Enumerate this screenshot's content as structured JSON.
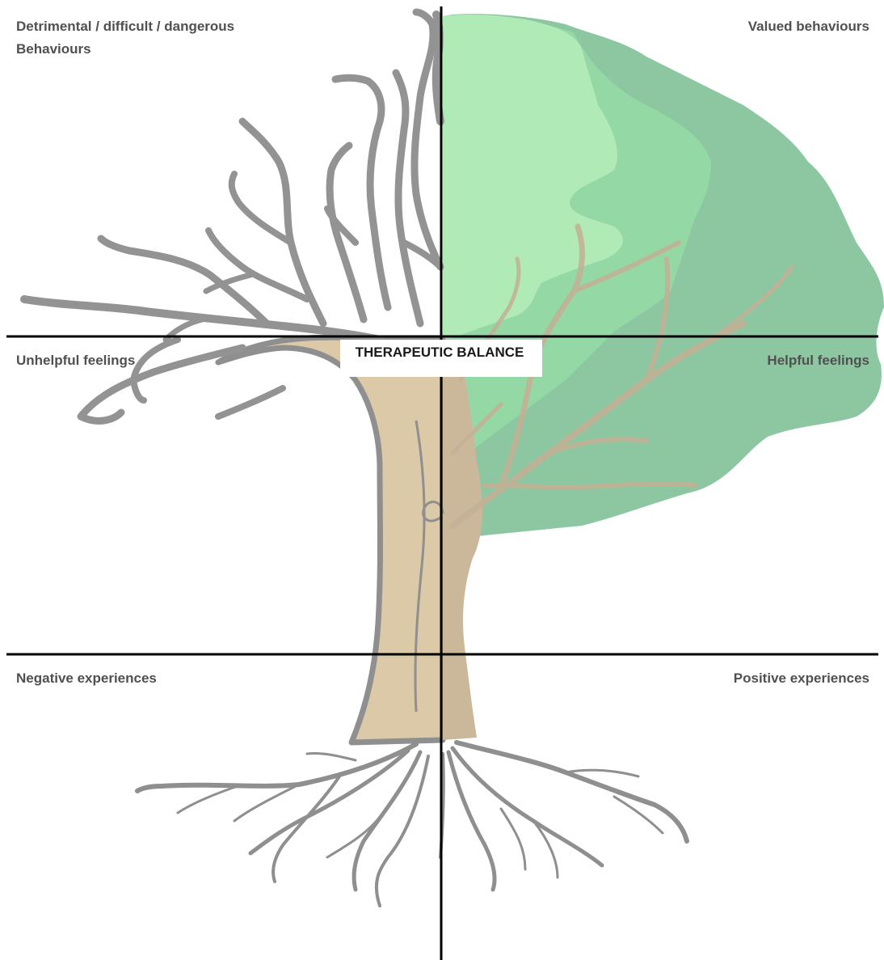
{
  "quadrants": {
    "top_left": "Detrimental / difficult / dangerous Behaviours",
    "top_left_line1": "Detrimental / difficult / dangerous",
    "top_left_line2": "Behaviours",
    "top_right": "Valued behaviours",
    "middle_left": "Unhelpful feelings",
    "middle_right": "Helpful feelings",
    "bottom_left": "Negative experiences",
    "bottom_right": "Positive experiences"
  },
  "center_label": "THERAPEUTIC BALANCE",
  "colors": {
    "branch_gray": "#939393",
    "trunk_tan": "#dcc9a7",
    "trunk_tan_right": "#cbb89b",
    "leaf_light": "#b0eab6",
    "leaf_mid": "#8fd2a1",
    "leaf_dark": "#8cc7a2",
    "axis": "#000000"
  }
}
